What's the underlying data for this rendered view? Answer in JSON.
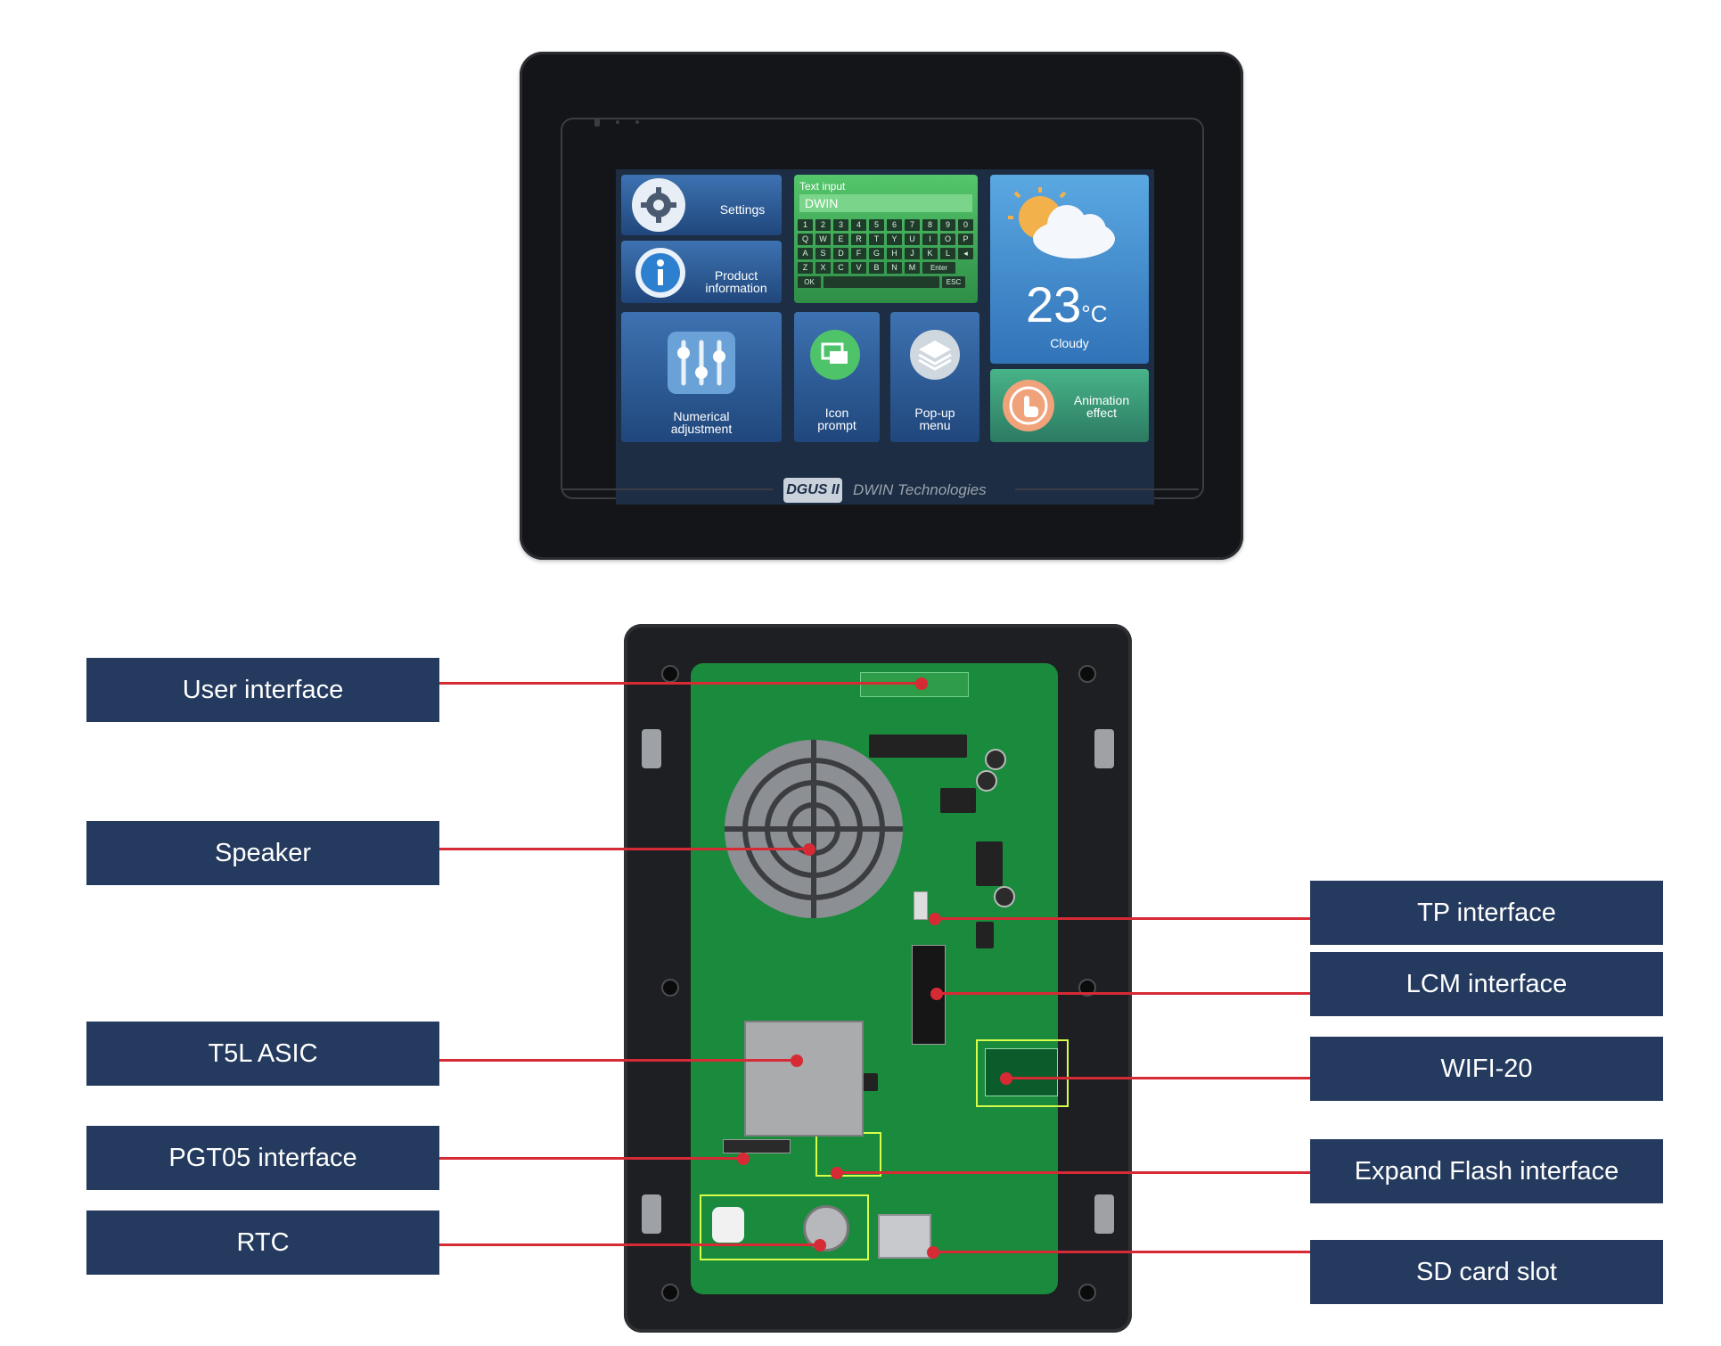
{
  "screen_ui": {
    "settings": "Settings",
    "product_info": "Product\ninformation",
    "text_input_title": "Text input",
    "text_input_value": "DWIN",
    "keyboard": {
      "row1": [
        "1",
        "2",
        "3",
        "4",
        "5",
        "6",
        "7",
        "8",
        "9",
        "0"
      ],
      "row2": [
        "Q",
        "W",
        "E",
        "R",
        "T",
        "Y",
        "U",
        "I",
        "O",
        "P"
      ],
      "row3": [
        "A",
        "S",
        "D",
        "F",
        "G",
        "H",
        "J",
        "K",
        "L"
      ],
      "row4": [
        "Z",
        "X",
        "C",
        "V",
        "B",
        "N",
        "M"
      ],
      "enter": "Enter",
      "ok": "OK",
      "esc": "ESC"
    },
    "weather_temp": "23",
    "weather_unit": "°C",
    "weather_desc": "Cloudy",
    "numerical": "Numerical\nadjustment",
    "icon_prompt": "Icon\nprompt",
    "popup_menu": "Pop-up\nmenu",
    "animation": "Animation\neffect"
  },
  "branding": {
    "badge": "DGUS II",
    "company": "DWIN Technologies"
  },
  "labels": {
    "user_interface": "User interface",
    "speaker": "Speaker",
    "t5l_asic": "T5L ASIC",
    "pgt05": "PGT05 interface",
    "rtc": "RTC",
    "tp_interface": "TP interface",
    "lcm_interface": "LCM interface",
    "wifi": "WIFI-20",
    "expand_flash": "Expand Flash interface",
    "sd_card": "SD card slot"
  },
  "colors": {
    "label_bg": "#243a5e",
    "leader": "#d62a35",
    "pcb": "#1a8a3d"
  }
}
